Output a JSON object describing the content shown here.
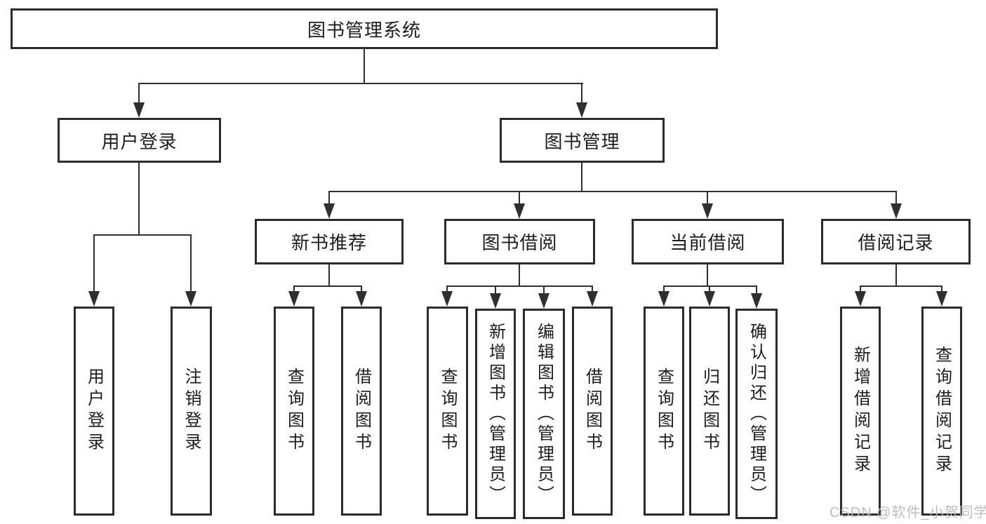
{
  "tree": {
    "label": "图书管理系统",
    "children": [
      {
        "label": "用户登录",
        "children": [
          {
            "label": "用户登录"
          },
          {
            "label": "注销登录"
          }
        ]
      },
      {
        "label": "图书管理",
        "children": [
          {
            "label": "新书推荐",
            "children": [
              {
                "label": "查询图书"
              },
              {
                "label": "借阅图书"
              }
            ]
          },
          {
            "label": "图书借阅",
            "children": [
              {
                "label": "查询图书"
              },
              {
                "label": "新增图书（管理员）"
              },
              {
                "label": "编辑图书（管理员）"
              },
              {
                "label": "借阅图书"
              }
            ]
          },
          {
            "label": "当前借阅",
            "children": [
              {
                "label": "查询图书"
              },
              {
                "label": "归还图书"
              },
              {
                "label": "确认归还（管理员）"
              }
            ]
          },
          {
            "label": "借阅记录",
            "children": [
              {
                "label": "新增借阅记录"
              },
              {
                "label": "查询借阅记录"
              }
            ]
          }
        ]
      }
    ]
  },
  "watermark": {
    "text": "CSDN @软件_小贺同学"
  },
  "colors": {
    "box_border": "#2b2b2b",
    "connector_line": "#2f2f2f",
    "watermark_gray": "#b9b9b9"
  }
}
